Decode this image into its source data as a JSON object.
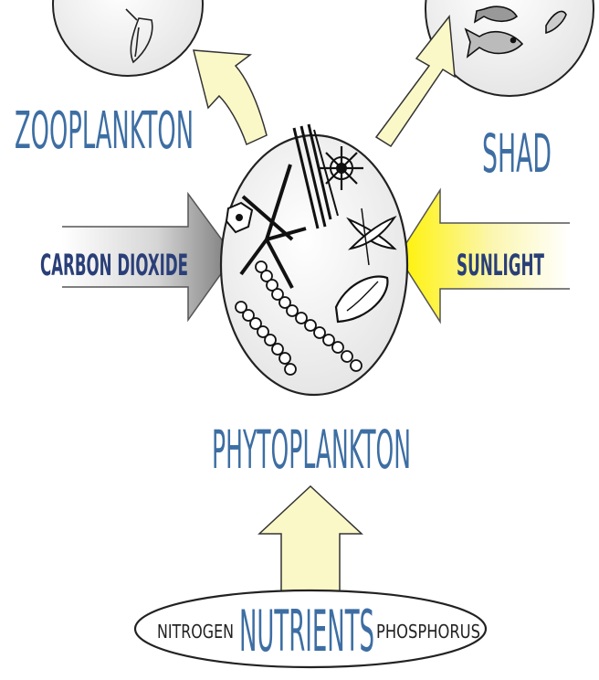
{
  "labels": {
    "zooplankton": "ZOOPLANKTON",
    "shad": "SHAD",
    "carbon_dioxide": "CARBON DIOXIDE",
    "sunlight": "SUNLIGHT",
    "phytoplankton": "PHYTOPLANKTON",
    "nutrients": "NUTRIENTS",
    "nitrogen": "NITROGEN",
    "phosphorus": "PHOSPHORUS"
  },
  "colors": {
    "label_blue": "#3d6ea3",
    "dark_label": "#2a3f78",
    "cream_arrow": "#fbf8c8",
    "sunlight_yellow": "#fff200",
    "co2_gray": "#8a8a8a",
    "circle_fill": "#eeeeee"
  },
  "icons": {
    "zooplankton_circle": "zooplankton-drawing",
    "shad_circle": "fish-drawing",
    "phytoplankton_circle": "phytoplankton-drawing"
  }
}
